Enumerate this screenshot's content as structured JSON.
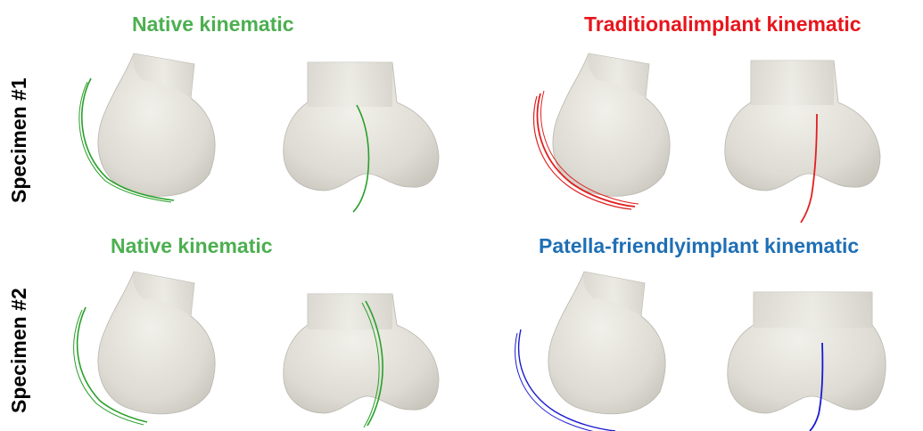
{
  "rows": [
    {
      "label": "Specimen #1",
      "left_title": "Native kinematic",
      "left_color": "#4caf50",
      "right_title": "Traditionalimplant kinematic",
      "right_color": "#e8151b",
      "left_trajectory_color": "#2aa02a",
      "right_trajectory_color": "#e02020"
    },
    {
      "label": "Specimen #2",
      "left_title": "Native kinematic",
      "left_color": "#4caf50",
      "right_title": "Patella-friendlyimplant kinematic",
      "right_color": "#1f6fb5",
      "left_trajectory_color": "#2aa02a",
      "right_trajectory_color": "#1a1ad0"
    }
  ],
  "bone_color": "#e6e5de",
  "bone_shadow": "#cfcdc4"
}
